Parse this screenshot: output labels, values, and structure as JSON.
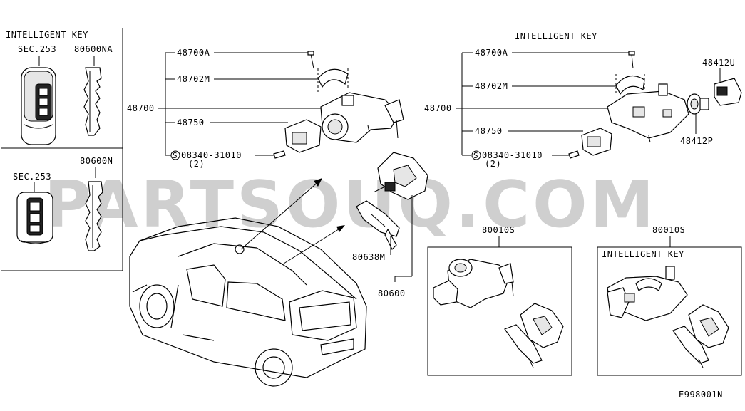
{
  "left_panel": {
    "title": "INTELLIGENT KEY",
    "key1_ref": "SEC.253",
    "key1_part": "80600NA",
    "key2_ref": "SEC.253",
    "key2_part": "80600N"
  },
  "left_assembly": {
    "main_part": "48700",
    "callouts": [
      "48700A",
      "48702M",
      "48750",
      "08340-31010",
      "(2)"
    ],
    "bolt_symbol": "S"
  },
  "middle": {
    "part_80638M": "80638M",
    "part_80600": "80600"
  },
  "right_assembly": {
    "title": "INTELLIGENT KEY",
    "main_part": "48700",
    "callouts": [
      "48700A",
      "48702M",
      "48750",
      "08340-31010",
      "(2)"
    ],
    "bolt_symbol": "S",
    "part_48412U": "48412U",
    "part_48412P": "48412P"
  },
  "kit_boxes": {
    "box1_part": "80010S",
    "box2_part": "80010S",
    "box2_title": "INTELLIGENT KEY"
  },
  "diagram_code": "E998001N",
  "watermark": "PARTSOUQ.COM"
}
